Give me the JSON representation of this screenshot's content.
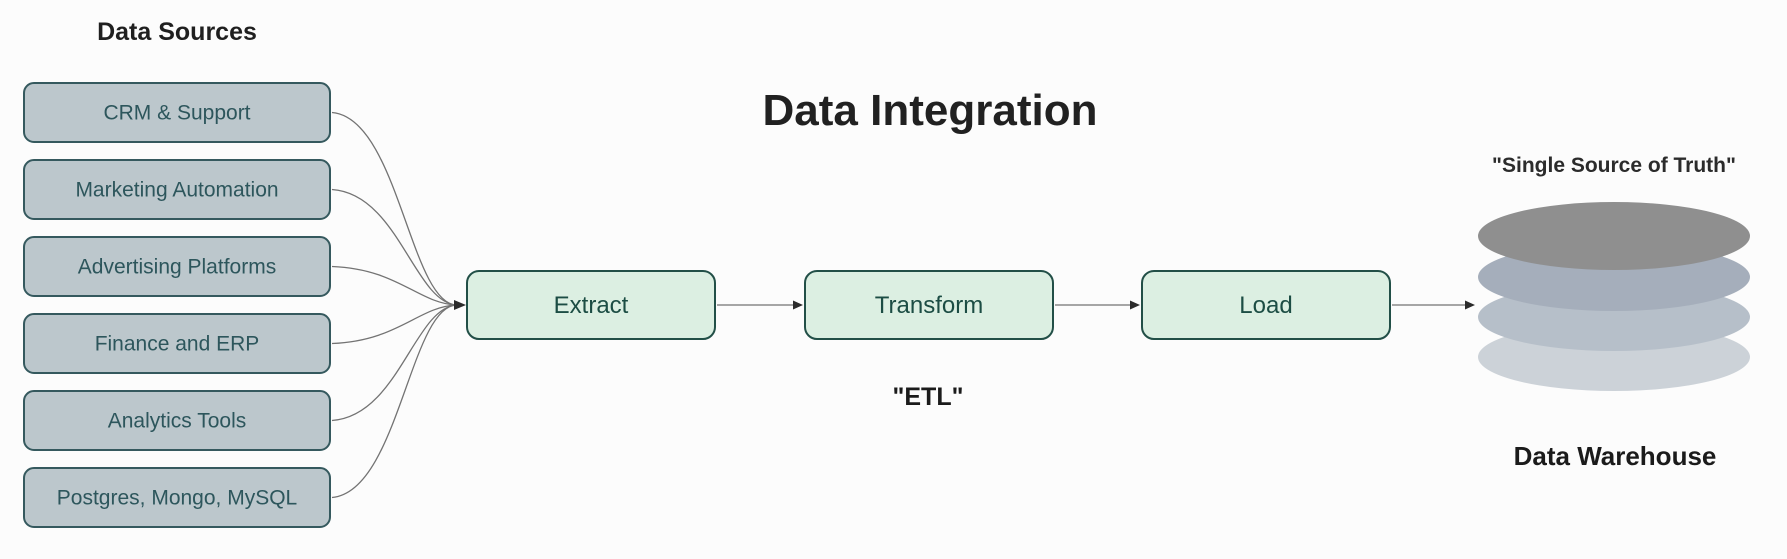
{
  "title": "Data Integration",
  "sources": {
    "heading": "Data Sources",
    "items": [
      "CRM & Support",
      "Marketing Automation",
      "Advertising Platforms",
      "Finance and ERP",
      "Analytics Tools",
      "Postgres, Mongo, MySQL"
    ]
  },
  "pipeline": {
    "steps": [
      "Extract",
      "Transform",
      "Load"
    ],
    "caption": "\"ETL\""
  },
  "warehouse": {
    "quote": "\"Single Source of Truth\"",
    "label": "Data Warehouse",
    "icon": "database-cylinder-icon"
  },
  "colors": {
    "background": "#fcfcfc",
    "source_fill": "#bcc7cc",
    "source_border": "#35595e",
    "source_text": "#2d565c",
    "step_fill": "#dcefe2",
    "step_border": "#224f47",
    "step_text": "#1c4d44",
    "edge_line": "#737373",
    "cylinder_layers": [
      "#8f8f8f",
      "#a5aebb",
      "#b6bfc9",
      "#ccd2d8"
    ]
  }
}
